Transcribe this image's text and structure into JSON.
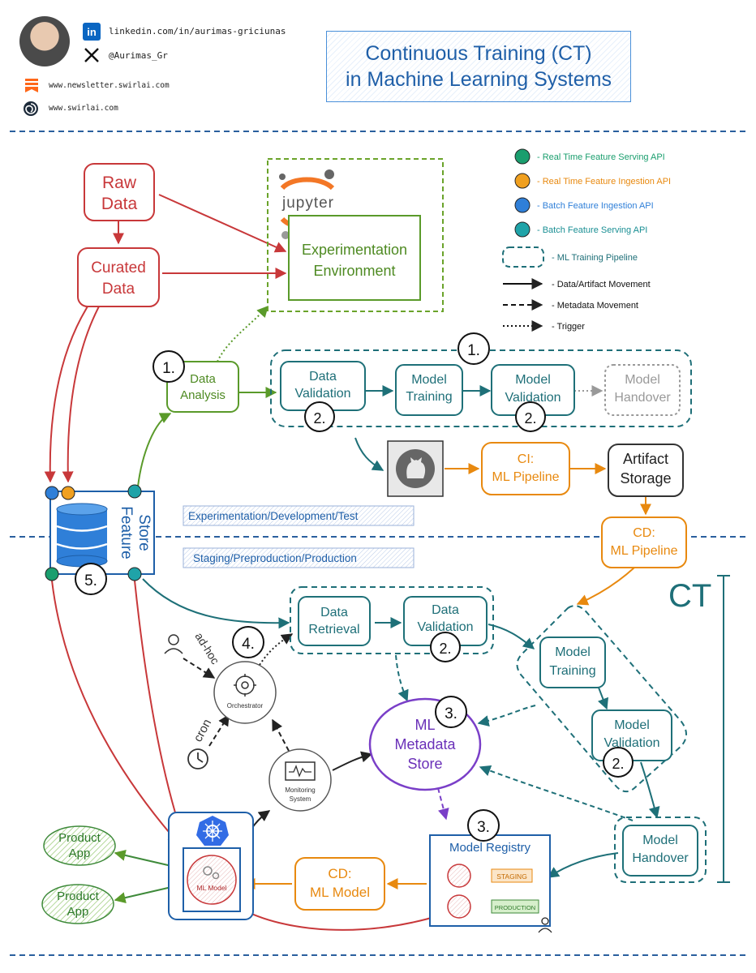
{
  "header": {
    "linkedin": "linkedin.com/in/aurimas-griciunas",
    "x_handle": "@Aurimas_Gr",
    "newsletter": "www.newsletter.swirlai.com",
    "website": "www.swirlai.com",
    "title_line1": "Continuous Training (CT)",
    "title_line2": "in Machine Learning Systems"
  },
  "legend": {
    "items": [
      {
        "label": "- Real Time Feature Serving API",
        "color": "#1a9e6e"
      },
      {
        "label": "- Real Time Feature Ingestion API",
        "color": "#f0a020"
      },
      {
        "label": "- Batch Feature Ingestion API",
        "color": "#2f7fd8"
      },
      {
        "label": "- Batch Feature Serving API",
        "color": "#1fa3a8"
      },
      {
        "label": "- ML Training Pipeline",
        "color": "#1e6f78"
      },
      {
        "label": "- Data/Artifact Movement",
        "color": "#111111"
      },
      {
        "label": "- Metadata Movement",
        "color": "#111111"
      },
      {
        "label": "- Trigger",
        "color": "#111111"
      }
    ]
  },
  "nodes": {
    "raw_data": [
      "Raw",
      "Data"
    ],
    "curated_data": [
      "Curated",
      "Data"
    ],
    "jupyter": "jupyter",
    "experimentation_env": [
      "Experimentation",
      "Environment"
    ],
    "data_analysis": [
      "Data",
      "Analysis"
    ],
    "data_validation_top": [
      "Data",
      "Validation"
    ],
    "model_training_top": [
      "Model",
      "Training"
    ],
    "model_validation_top": [
      "Model",
      "Validation"
    ],
    "model_handover_top": [
      "Model",
      "Handover"
    ],
    "ci_pipeline": [
      "CI:",
      "ML Pipeline"
    ],
    "artifact_storage": [
      "Artifact",
      "Storage"
    ],
    "cd_pipeline": [
      "CD:",
      "ML Pipeline"
    ],
    "feature_store": [
      "Feature",
      "Store"
    ],
    "data_retrieval": [
      "Data",
      "Retrieval"
    ],
    "data_validation_bottom": [
      "Data",
      "Validation"
    ],
    "model_training_bottom": [
      "Model",
      "Training"
    ],
    "model_validation_bottom": [
      "Model",
      "Validation"
    ],
    "model_handover_bottom": [
      "Model",
      "Handover"
    ],
    "ml_metadata_store": [
      "ML",
      "Metadata",
      "Store"
    ],
    "model_registry": "Model Registry",
    "staging": "STAGING",
    "production": "PRODUCTION",
    "cd_ml_model": [
      "CD:",
      "ML Model"
    ],
    "ml_model": "ML Model",
    "product_app_1": [
      "Product",
      "App"
    ],
    "product_app_2": [
      "Product",
      "App"
    ],
    "orchestrator": "Orchestrator",
    "monitoring_system": [
      "Monitoring",
      "System"
    ],
    "ad_hoc": "ad-hoc",
    "cron": "cron"
  },
  "sections": {
    "dev": "Experimentation/Development/Test",
    "prod": "Staging/Preproduction/Production"
  },
  "ct_label": "CT",
  "badges": {
    "b1_analysis": "1.",
    "b1_pipeline": "1.",
    "b2_dv_top": "2.",
    "b2_mv_top": "2.",
    "b5": "5.",
    "b4": "4.",
    "b2_dv_bottom": "2.",
    "b3_metadata": "3.",
    "b2_mv_bottom": "2.",
    "b3_registry": "3."
  }
}
